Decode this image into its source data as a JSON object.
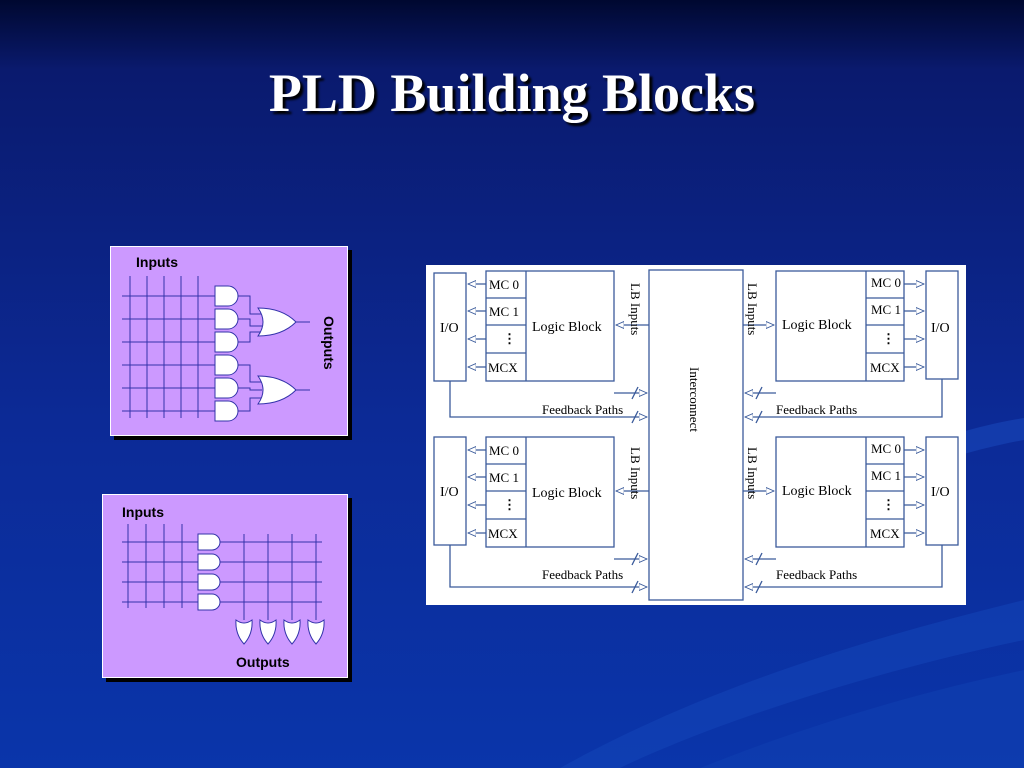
{
  "slide": {
    "title": "PLD Building Blocks",
    "colors": {
      "background": "#0c2a96",
      "title": "#ffffff",
      "panel": "#cc99ff",
      "grid": "#3333aa"
    }
  },
  "pal_diagram": {
    "inputs_label": "Inputs",
    "outputs_label": "Outputs"
  },
  "pla_diagram": {
    "inputs_label": "Inputs",
    "outputs_label": "Outputs"
  },
  "cpld_diagram": {
    "io_label": "I/O",
    "logic_block_label": "Logic Block",
    "lb_inputs_label": "LB Inputs",
    "interconnect_label": "Interconnect",
    "feedback_label": "Feedback Paths",
    "mc0": "MC 0",
    "mc1": "MC 1",
    "mcx": "MCX",
    "dots": "•\n•\n•"
  }
}
